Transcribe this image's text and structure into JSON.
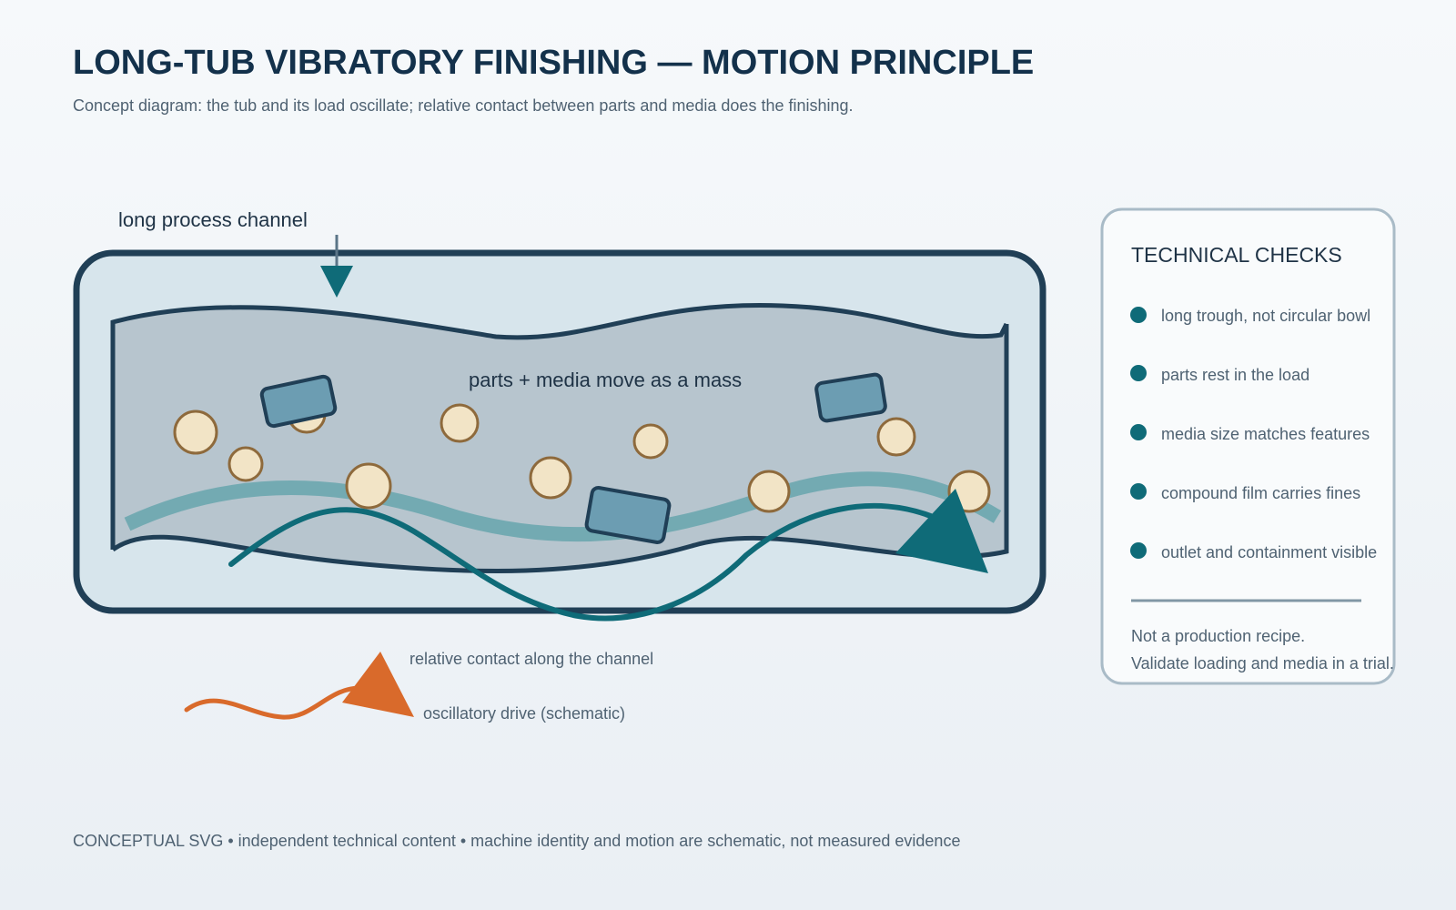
{
  "header": {
    "title": "LONG-TUB VIBRATORY FINISHING — MOTION PRINCIPLE",
    "subtitle": "Concept diagram: the tub and its load oscillate; relative contact between parts and media does the finishing."
  },
  "diagram": {
    "channel_callout": "long process channel",
    "mass_label": "parts + media move as a mass"
  },
  "legend": {
    "relative_contact": "relative contact along the channel",
    "oscillatory_drive": "oscillatory drive (schematic)"
  },
  "checks": {
    "title": "TECHNICAL CHECKS",
    "items": [
      "long trough, not circular bowl",
      "parts rest in the load",
      "media size matches features",
      "compound film carries fines",
      "outlet and containment visible"
    ],
    "note_line1": "Not a production recipe.",
    "note_line2": "Validate loading and media in a trial."
  },
  "footer": {
    "text": "CONCEPTUAL SVG • independent technical content • machine identity and motion are schematic, not measured evidence"
  },
  "colors": {
    "navy": "#203f56",
    "teal": "#0f6b78",
    "flow_band": "#6fa9b0",
    "orange": "#d96a2b",
    "media_fill": "#f2e4c6",
    "media_stroke": "#8e6a3c",
    "part_fill": "#6c9db2"
  }
}
